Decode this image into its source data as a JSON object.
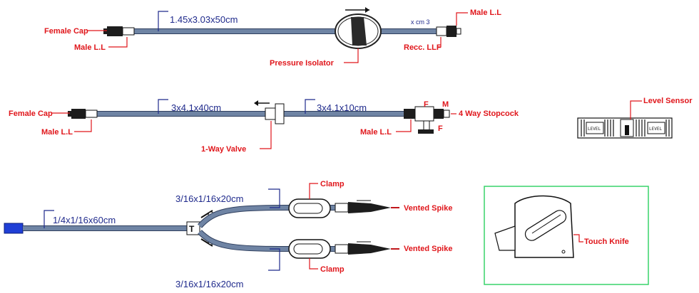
{
  "colors": {
    "label": "#e0161b",
    "dimension": "#1f2a8c",
    "tube": "#6f84a4",
    "frame": "#39d36a"
  },
  "row1": {
    "female_cap": "Female Cap",
    "male_ll_left": "Male L.L",
    "tube_dim": "1.45x3.03x50cm",
    "pressure_isolator": "Pressure Isolator",
    "xcm": "x cm 3",
    "male_ll_right": "Male L.L",
    "recc_llf": "Recc. LLF"
  },
  "row2": {
    "female_cap": "Female Cap",
    "male_ll_left": "Male L.L",
    "tube_dim_1": "3x4.1x40cm",
    "one_way_valve": "1-Way Valve",
    "tube_dim_2": "3x4.1x10cm",
    "male_ll_right": "Male L.L",
    "stopcock": "4 Way Stopcock",
    "port_f1": "F",
    "port_m": "M",
    "port_f2": "F"
  },
  "level_sensor": {
    "label": "Level Sensor",
    "left_text": "LEVEL",
    "right_text": "LEVEL"
  },
  "row3": {
    "main_tube_dim": "1/4x1/16x60cm",
    "branch_dim_top": "3/16x1/16x20cm",
    "branch_dim_bottom": "3/16x1/16x20cm",
    "clamp_top": "Clamp",
    "clamp_bottom": "Clamp",
    "spike_top": "Vented Spike",
    "spike_bottom": "Vented Spike"
  },
  "touch_knife": {
    "label": "Touch Knife"
  }
}
